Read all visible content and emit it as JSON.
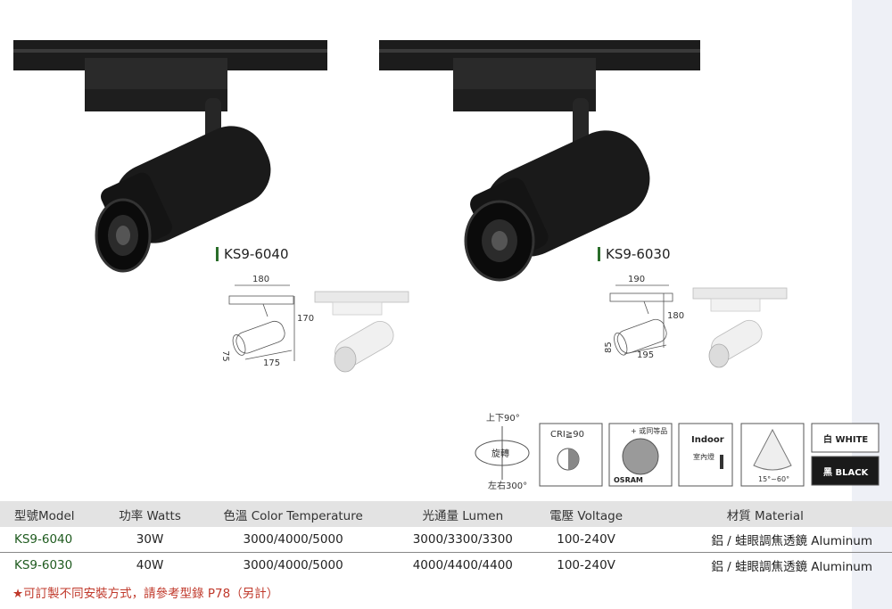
{
  "products": [
    {
      "model": "KS9-6040",
      "dims": {
        "width": "180",
        "height": "170",
        "diameter": "75",
        "length": "175"
      }
    },
    {
      "model": "KS9-6030",
      "dims": {
        "width": "190",
        "height": "180",
        "diameter": "85",
        "length": "195"
      }
    }
  ],
  "feature_icons": {
    "rotation": {
      "top": "上下90°",
      "center": "旋轉",
      "bottom": "左右300°"
    },
    "cri": "CRI≧90",
    "osram": {
      "top": "+ 或同等品",
      "brand": "OSRAM"
    },
    "indoor": {
      "title": "Indoor",
      "chars": "室內燈"
    },
    "beam": "15°~60°",
    "colors": {
      "white": "白 WHITE",
      "black": "黑 BLACK"
    }
  },
  "table": {
    "headers": [
      "型號Model",
      "功率 Watts",
      "色溫 Color Temperature",
      "光通量 Lumen",
      "電壓 Voltage",
      "材質 Material"
    ],
    "rows": [
      [
        "KS9-6040",
        "30W",
        "3000/4000/5000",
        "3000/3300/3300",
        "100-240V",
        "鋁 / 蛙眼調焦透鏡 Aluminum"
      ],
      [
        "KS9-6030",
        "40W",
        "3000/4000/5000",
        "4000/4400/4400",
        "100-240V",
        "鋁 / 蛙眼調焦透鏡 Aluminum"
      ]
    ]
  },
  "footnote": "★可訂製不同安裝方式，請參考型錄 P78（另計）"
}
